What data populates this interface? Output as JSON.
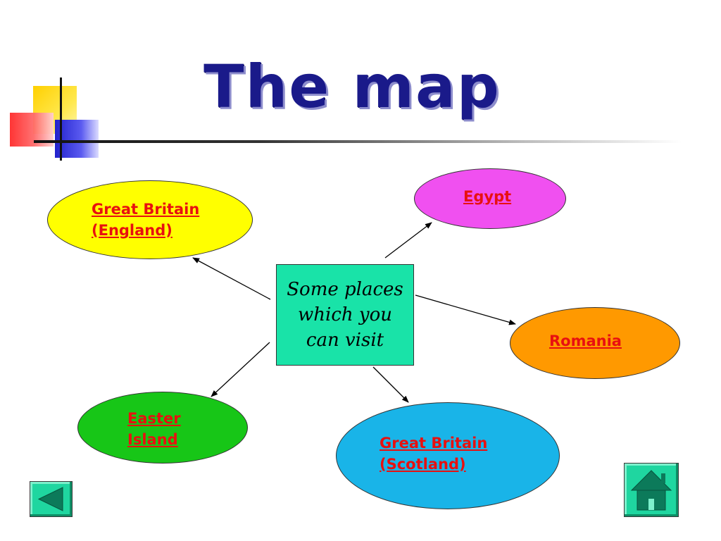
{
  "slide": {
    "title": "The map",
    "center_text": [
      "Some places",
      "which you",
      "can visit"
    ]
  },
  "destinations": {
    "great_britain_england": [
      "Great Britain",
      "(England)"
    ],
    "egypt": [
      "Egypt"
    ],
    "romania": [
      "Romania"
    ],
    "easter_island": [
      "Easter",
      "Island"
    ],
    "great_britain_scotland": [
      "Great Britain",
      "(Scotland)"
    ]
  },
  "colors": {
    "title": "#1a1a8a",
    "link": "#e81010",
    "center_box": "#19e3a8",
    "england": "#ffff00",
    "egypt": "#f050f0",
    "romania": "#ff9900",
    "easter_island": "#17c617",
    "scotland": "#19b4e8",
    "nav_button": "#1fd6a0"
  },
  "navigation": {
    "back_icon": "triangle-left-icon",
    "home_icon": "house-icon"
  }
}
